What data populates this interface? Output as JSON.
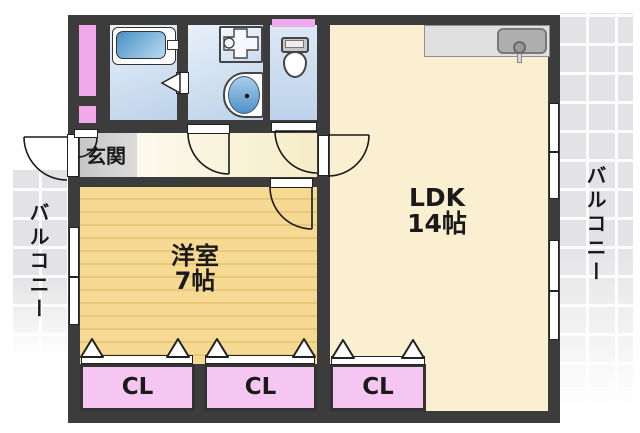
{
  "plan": {
    "type": "apartment-floor-plan",
    "rooms": {
      "entrance": {
        "label": "玄関"
      },
      "western_room": {
        "label": "洋室",
        "size": "7帖"
      },
      "ldk": {
        "label": "LDK",
        "size": "14帖"
      },
      "closets": [
        {
          "label": "CL"
        },
        {
          "label": "CL"
        },
        {
          "label": "CL"
        }
      ],
      "balconies": [
        {
          "side": "left",
          "label": "バルコニー"
        },
        {
          "side": "right",
          "label": "バルコニー"
        }
      ]
    },
    "fixtures": [
      "bathtub",
      "bathroom-door",
      "washing-machine-place",
      "washbasin",
      "toilet",
      "toilet-shelf",
      "kitchen-counter",
      "kitchen-sink",
      "entrance-door",
      "washroom-door",
      "toilet-door",
      "ldk-door",
      "western-room-door",
      "storage-strips",
      "windows",
      "closet-folding-doors"
    ],
    "colors": {
      "wall": "#3C3C3C",
      "ldk_floor": "#FAEFD1",
      "western_floor": "#F6D992",
      "hallway_floor": "#F6ECC6",
      "entrance_floor": "#C6C6C6",
      "closet_pink": "#F6C6F2",
      "strip_pink": "#F2A9EC",
      "sanitary_blue": "#BCD2EA",
      "bathtub_blue": "#4A90C6",
      "balcony_gray": "#E3E3E5"
    }
  }
}
